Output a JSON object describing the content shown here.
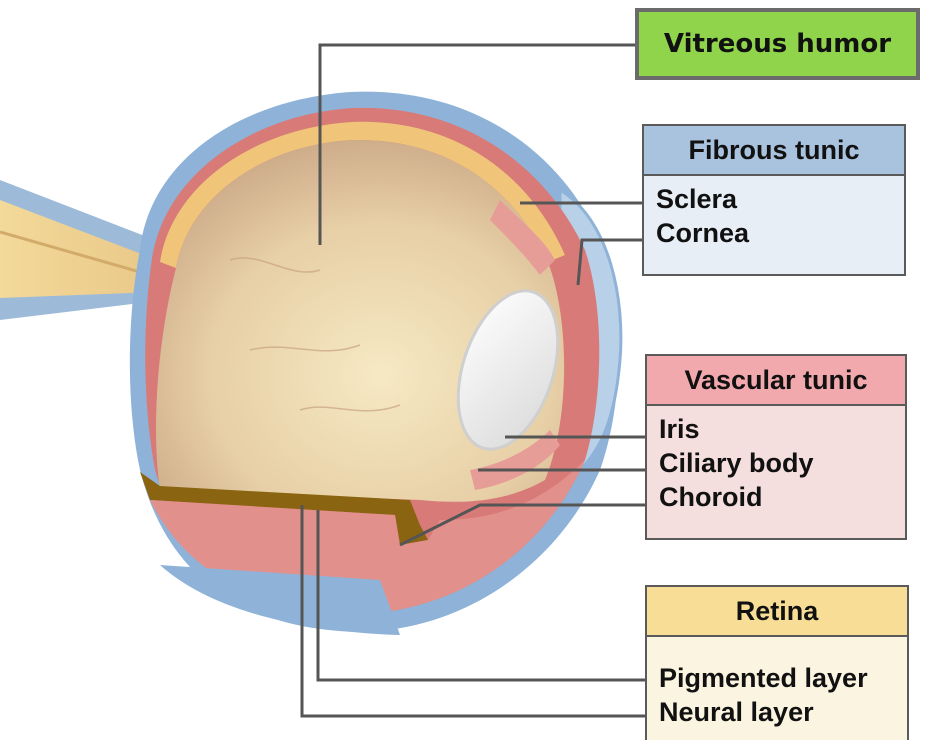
{
  "vitreous": {
    "label": "Vitreous humor"
  },
  "fibrous": {
    "title": "Fibrous tunic",
    "items": [
      "Sclera",
      "Cornea"
    ]
  },
  "vascular": {
    "title": "Vascular tunic",
    "items": [
      "Iris",
      "Ciliary body",
      "Choroid"
    ]
  },
  "retina": {
    "title": "Retina",
    "items": [
      "Pigmented layer",
      "Neural layer"
    ]
  },
  "colors": {
    "vitreous_box": "#8fd44a",
    "fibrous_header": "#a9c2de",
    "vascular_header": "#f2a9ad",
    "retina_header": "#f7dd95",
    "sclera": "#8fb3d8",
    "choroid": "#d77a78",
    "pigmented_layer": "#8a6410"
  }
}
